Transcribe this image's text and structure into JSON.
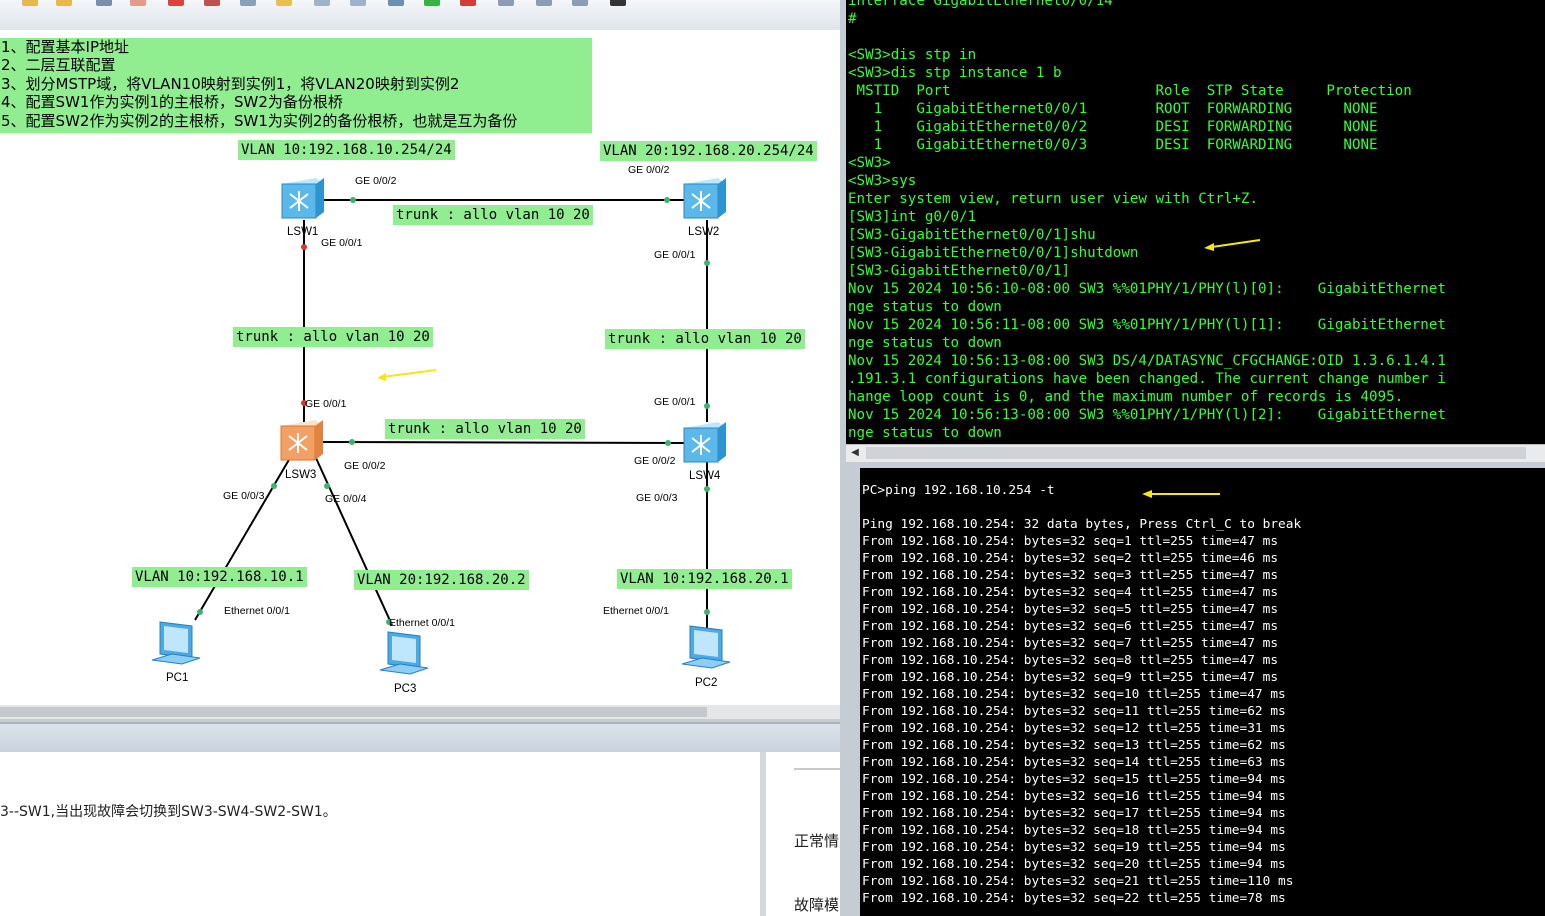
{
  "notes": [
    "1、配置基本IP地址",
    "2、二层互联配置",
    "3、划分MSTP域，将VLAN10映射到实例1，将VLAN20映射到实例2",
    "4、配置SW1作为实例1的主根桥，SW2为备份根桥",
    "5、配置SW2作为实例2的主根桥，SW1为实例2的备份根桥，也就是互为备份"
  ],
  "topology": {
    "vlan_labels": {
      "sw1": "VLAN 10:192.168.10.254/24",
      "sw2": "VLAN 20:192.168.20.254/24",
      "pc1": "VLAN 10:192.168.10.1",
      "pc3": "VLAN 20:192.168.20.2",
      "pc2": "VLAN 10:192.168.20.1"
    },
    "trunk_labels": {
      "top": "trunk : allo vlan 10 20",
      "left": "trunk : allo vlan 10 20",
      "right": "trunk : allo vlan 10 20",
      "middle": "trunk : allo vlan 10 20"
    },
    "devices": {
      "lsw1": "LSW1",
      "lsw2": "LSW2",
      "lsw3": "LSW3",
      "lsw4": "LSW4",
      "pc1": "PC1",
      "pc2": "PC2",
      "pc3": "PC3"
    },
    "ports": {
      "sw1_g2": "GE 0/0/2",
      "sw1_g1": "GE 0/0/1",
      "sw2_g2": "GE 0/0/2",
      "sw2_g1": "GE 0/0/1",
      "sw3_g1": "GE 0/0/1",
      "sw3_g2": "GE 0/0/2",
      "sw3_g3": "GE 0/0/3",
      "sw3_g4": "GE 0/0/4",
      "sw4_g1": "GE 0/0/1",
      "sw4_g2": "GE 0/0/2",
      "sw4_g3": "GE 0/0/3",
      "pc1_e": "Ethernet 0/0/1",
      "pc3_e": "Ethernet 0/0/1",
      "pc2_e": "Ethernet 0/0/1"
    }
  },
  "description": {
    "text": "3--SW1,当出现故障会切换到SW3-SW4-SW2-SW1。",
    "side_1": "正常情",
    "side_2": "故障模"
  },
  "terminal_sw3": {
    "text": "interface GigabitEthernet0/0/14\n#\n\n<SW3>dis stp in\n<SW3>dis stp instance 1 b\n MSTID  Port                        Role  STP State     Protection\n   1    GigabitEthernet0/0/1        ROOT  FORWARDING      NONE\n   1    GigabitEthernet0/0/2        DESI  FORWARDING      NONE\n   1    GigabitEthernet0/0/3        DESI  FORWARDING      NONE\n<SW3>\n<SW3>sys\nEnter system view, return user view with Ctrl+Z.\n[SW3]int g0/0/1\n[SW3-GigabitEthernet0/0/1]shu\n[SW3-GigabitEthernet0/0/1]shutdown\n[SW3-GigabitEthernet0/0/1]\nNov 15 2024 10:56:10-08:00 SW3 %%01PHY/1/PHY(l)[0]:    GigabitEthernet\nnge status to down\nNov 15 2024 10:56:11-08:00 SW3 %%01PHY/1/PHY(l)[1]:    GigabitEthernet\nnge status to down\nNov 15 2024 10:56:13-08:00 SW3 DS/4/DATASYNC_CFGCHANGE:OID 1.3.6.1.4.1\n.191.3.1 configurations have been changed. The current change number i\nhange loop count is 0, and the maximum number of records is 4095.\nNov 15 2024 10:56:13-08:00 SW3 %%01PHY/1/PHY(l)[2]:    GigabitEthernet\nnge status to down"
  },
  "terminal_pc": {
    "text": "PC>ping 192.168.10.254 -t\n\nPing 192.168.10.254: 32 data bytes, Press Ctrl_C to break\nFrom 192.168.10.254: bytes=32 seq=1 ttl=255 time=47 ms\nFrom 192.168.10.254: bytes=32 seq=2 ttl=255 time=46 ms\nFrom 192.168.10.254: bytes=32 seq=3 ttl=255 time=47 ms\nFrom 192.168.10.254: bytes=32 seq=4 ttl=255 time=47 ms\nFrom 192.168.10.254: bytes=32 seq=5 ttl=255 time=47 ms\nFrom 192.168.10.254: bytes=32 seq=6 ttl=255 time=47 ms\nFrom 192.168.10.254: bytes=32 seq=7 ttl=255 time=47 ms\nFrom 192.168.10.254: bytes=32 seq=8 ttl=255 time=47 ms\nFrom 192.168.10.254: bytes=32 seq=9 ttl=255 time=47 ms\nFrom 192.168.10.254: bytes=32 seq=10 ttl=255 time=47 ms\nFrom 192.168.10.254: bytes=32 seq=11 ttl=255 time=62 ms\nFrom 192.168.10.254: bytes=32 seq=12 ttl=255 time=31 ms\nFrom 192.168.10.254: bytes=32 seq=13 ttl=255 time=62 ms\nFrom 192.168.10.254: bytes=32 seq=14 ttl=255 time=63 ms\nFrom 192.168.10.254: bytes=32 seq=15 ttl=255 time=94 ms\nFrom 192.168.10.254: bytes=32 seq=16 ttl=255 time=94 ms\nFrom 192.168.10.254: bytes=32 seq=17 ttl=255 time=94 ms\nFrom 192.168.10.254: bytes=32 seq=18 ttl=255 time=94 ms\nFrom 192.168.10.254: bytes=32 seq=19 ttl=255 time=94 ms\nFrom 192.168.10.254: bytes=32 seq=20 ttl=255 time=94 ms\nFrom 192.168.10.254: bytes=32 seq=21 ttl=255 time=110 ms\nFrom 192.168.10.254: bytes=32 seq=22 ttl=255 time=78 ms"
  },
  "colors": {
    "label_bg": "#90ee90",
    "switch_blue": "#5bb8e8",
    "switch_orange": "#f2a064",
    "terminal_green": "#33ff33",
    "annotation_arrow": "#f5e61b",
    "port_up": "#3cb371",
    "port_down": "#e03030"
  }
}
